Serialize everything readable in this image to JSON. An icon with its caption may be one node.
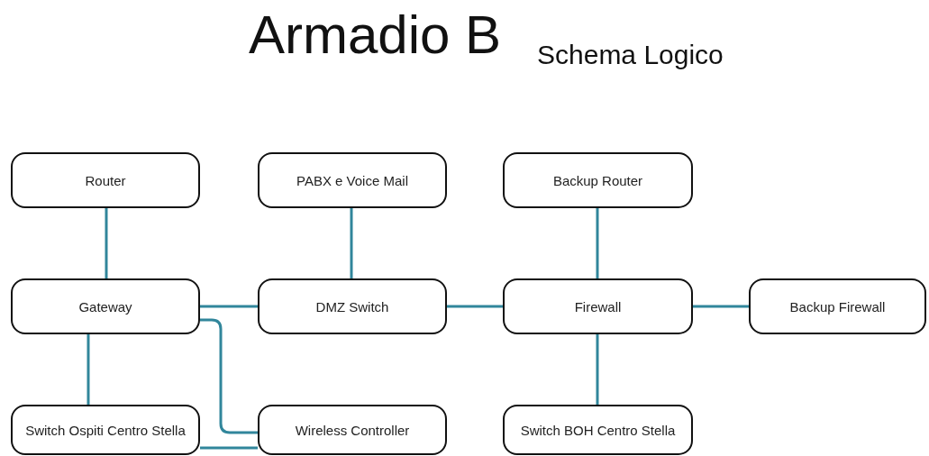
{
  "diagram": {
    "title": "Armadio B",
    "labels": [
      "Schema Logico"
    ],
    "nodes": [
      {
        "text": [
          "Router"
        ]
      },
      {
        "text": [
          "PABX e Voice Mail"
        ]
      },
      {
        "text": [
          "Backup Router"
        ]
      },
      {
        "text": [
          "Gateway"
        ]
      },
      {
        "text": [
          "DMZ Switch"
        ]
      },
      {
        "text": [
          "Firewall"
        ]
      },
      {
        "text": [
          "Backup Firewall"
        ]
      },
      {
        "text": [
          "Switch Ospiti Centro Stella"
        ]
      },
      {
        "text": [
          "Wireless Controller"
        ]
      },
      {
        "text": [
          "Switch BOH Centro Stella"
        ]
      }
    ],
    "edges": [
      {
        "from": 0,
        "to": 3,
        "arrow": "none"
      },
      {
        "from": 1,
        "to": 4,
        "arrow": "none"
      },
      {
        "from": 2,
        "to": 5,
        "arrow": "none"
      },
      {
        "from": 3,
        "to": 4,
        "arrow": "none"
      },
      {
        "from": 4,
        "to": 5,
        "arrow": "none"
      },
      {
        "from": 5,
        "to": 6,
        "arrow": "none"
      },
      {
        "from": 3,
        "to": 7,
        "arrow": "none"
      },
      {
        "from": 3,
        "to": 8,
        "arrow": "none"
      },
      {
        "from": 7,
        "to": 8,
        "arrow": "none"
      },
      {
        "from": 5,
        "to": 9,
        "arrow": "none"
      }
    ]
  }
}
